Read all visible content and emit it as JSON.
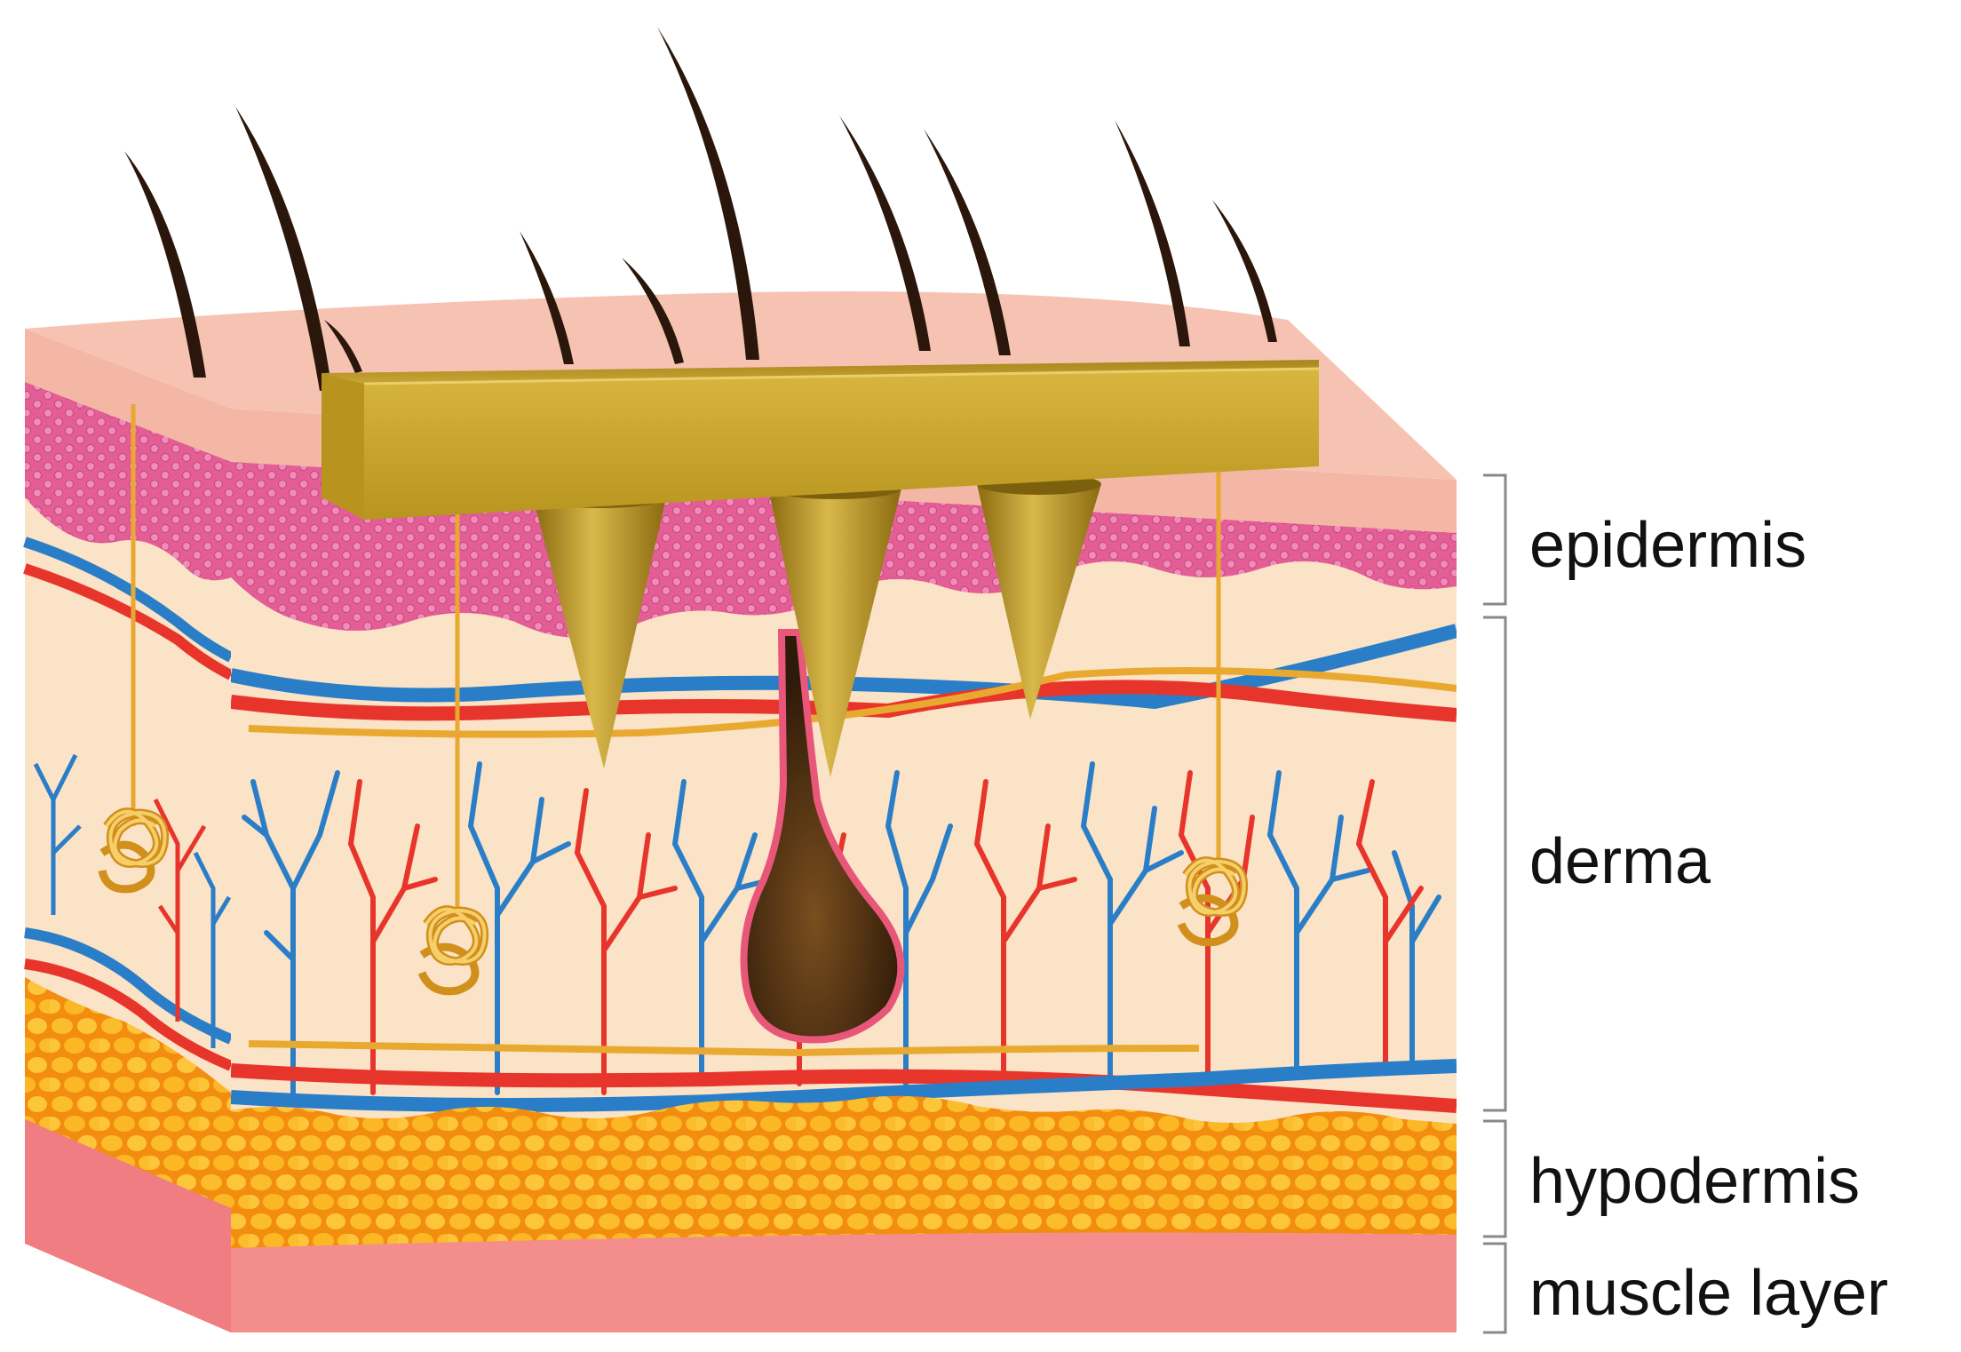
{
  "labels": {
    "epidermis": "epidermis",
    "derma": "derma",
    "hypodermis": "hypodermis",
    "muscle": "muscle layer"
  },
  "colors": {
    "skin_surface": "#f4b6a5",
    "epidermis": "#e45e96",
    "derma": "#fae3c6",
    "fat": "#f7a818",
    "muscle": "#f48e8c",
    "artery": "#e8352b",
    "vein": "#2a7ec7",
    "nerve": "#e9a930",
    "hair": "#2a160a",
    "microneedle": "#c8a52f",
    "follicle": "#4a2c10"
  }
}
